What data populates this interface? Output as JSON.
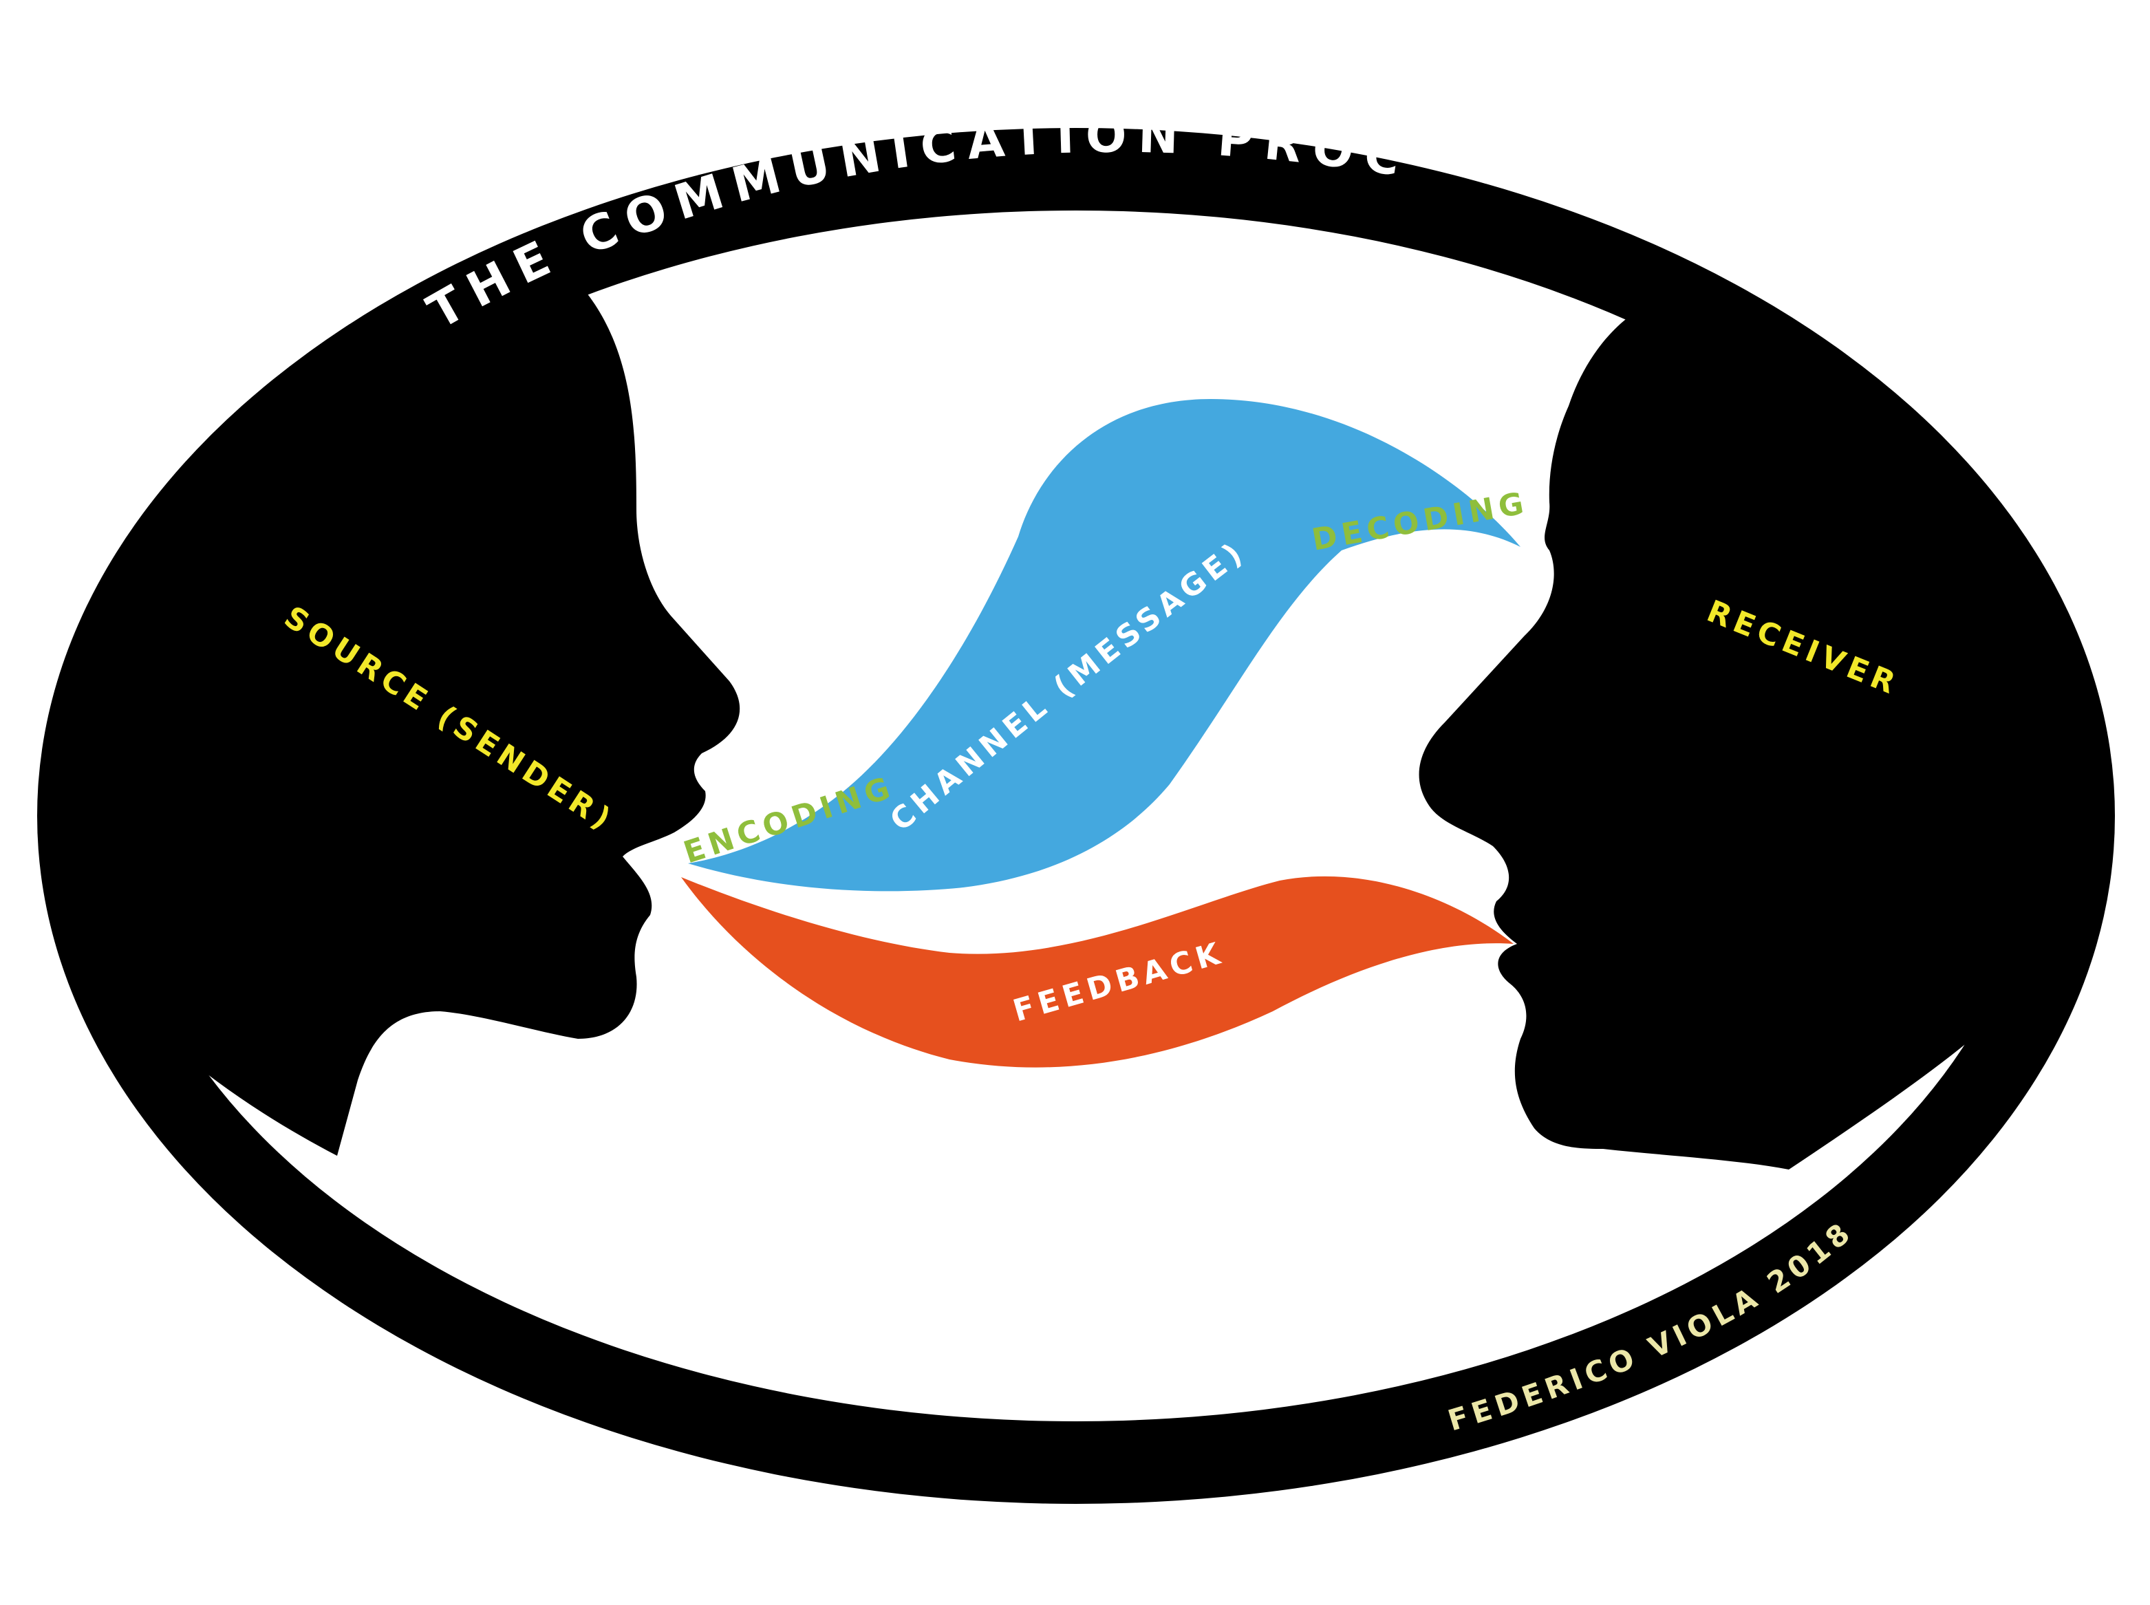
{
  "title": "THE COMMUNICATION PROCESS",
  "credit": "FEDERICO VIOLA 2018",
  "labels": {
    "source": "SOURCE (SENDER)",
    "receiver": "RECEIVER",
    "encoding": "ENCODING",
    "channel": "CHANNEL (MESSAGE)",
    "decoding": "DECODING",
    "feedback": "FEEDBACK"
  },
  "colors": {
    "frame": "#000000",
    "channel": "#44a8df",
    "feedback": "#e6501e",
    "source_label": "#f2e82a",
    "stage_label": "#8fbe3c",
    "credit": "#ece7a8"
  }
}
